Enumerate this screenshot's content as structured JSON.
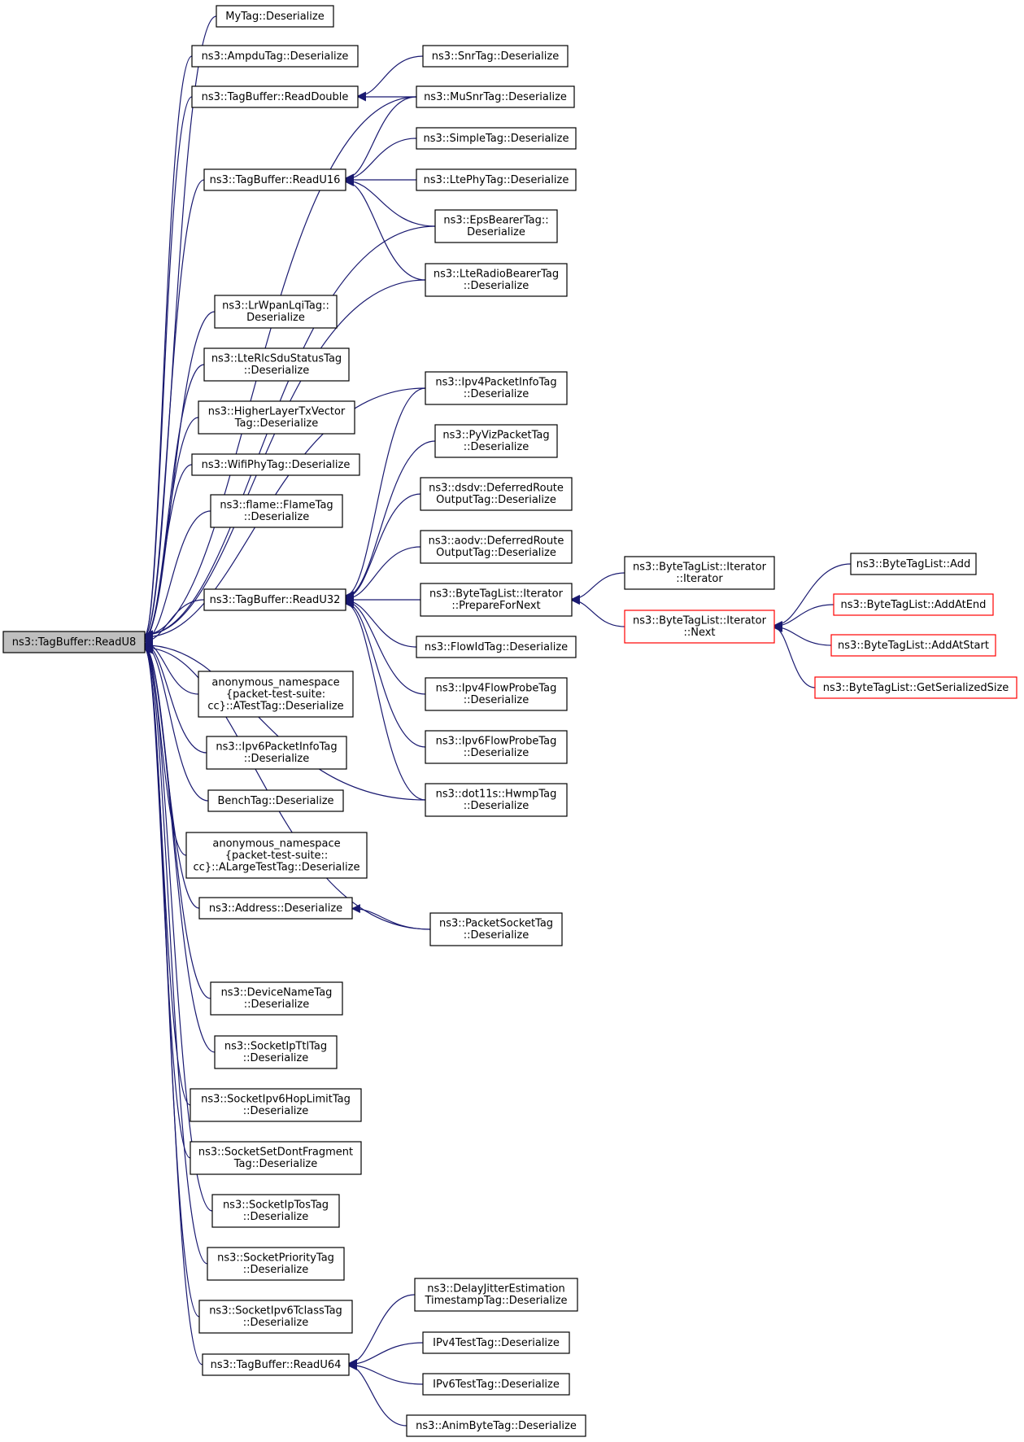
{
  "colors": {
    "edge": "#191970",
    "node_border": "#000000",
    "node_border_truncated": "#ff0000",
    "root_fill": "#bfbfbf",
    "background": "#ffffff"
  },
  "nodes": [
    {
      "id": "readu8",
      "lines": [
        "ns3::TagBuffer::ReadU8"
      ],
      "root": true
    },
    {
      "id": "mytag",
      "lines": [
        "MyTag::Deserialize"
      ]
    },
    {
      "id": "ampdu",
      "lines": [
        "ns3::AmpduTag::Deserialize"
      ]
    },
    {
      "id": "readdouble",
      "lines": [
        "ns3::TagBuffer::ReadDouble"
      ]
    },
    {
      "id": "snrtag",
      "lines": [
        "ns3::SnrTag::Deserialize"
      ]
    },
    {
      "id": "musnr",
      "lines": [
        "ns3::MuSnrTag::Deserialize"
      ]
    },
    {
      "id": "simpletag",
      "lines": [
        "ns3::SimpleTag::Deserialize"
      ]
    },
    {
      "id": "readu16",
      "lines": [
        "ns3::TagBuffer::ReadU16"
      ]
    },
    {
      "id": "ltephy",
      "lines": [
        "ns3::LtePhyTag::Deserialize"
      ]
    },
    {
      "id": "epsbearer",
      "lines": [
        "ns3::EpsBearerTag::",
        "Deserialize"
      ]
    },
    {
      "id": "lteradio",
      "lines": [
        "ns3::LteRadioBearerTag",
        "::Deserialize"
      ]
    },
    {
      "id": "lrwpan",
      "lines": [
        "ns3::LrWpanLqiTag::",
        "Deserialize"
      ]
    },
    {
      "id": "lterlc",
      "lines": [
        "ns3::LteRlcSduStatusTag",
        "::Deserialize"
      ]
    },
    {
      "id": "higherlayer",
      "lines": [
        "ns3::HigherLayerTxVector",
        "Tag::Deserialize"
      ]
    },
    {
      "id": "wifiphy",
      "lines": [
        "ns3::WifiPhyTag::Deserialize"
      ]
    },
    {
      "id": "flame",
      "lines": [
        "ns3::flame::FlameTag",
        "::Deserialize"
      ]
    },
    {
      "id": "readu32",
      "lines": [
        "ns3::TagBuffer::ReadU32"
      ]
    },
    {
      "id": "ipv4pkt",
      "lines": [
        "ns3::Ipv4PacketInfoTag",
        "::Deserialize"
      ]
    },
    {
      "id": "pyviz",
      "lines": [
        "ns3::PyVizPacketTag",
        "::Deserialize"
      ]
    },
    {
      "id": "dsdv",
      "lines": [
        "ns3::dsdv::DeferredRoute",
        "OutputTag::Deserialize"
      ]
    },
    {
      "id": "aodv",
      "lines": [
        "ns3::aodv::DeferredRoute",
        "OutputTag::Deserialize"
      ]
    },
    {
      "id": "prepnext",
      "lines": [
        "ns3::ByteTagList::Iterator",
        "::PrepareForNext"
      ]
    },
    {
      "id": "iterctor",
      "lines": [
        "ns3::ByteTagList::Iterator",
        "::Iterator"
      ]
    },
    {
      "id": "iternext",
      "lines": [
        "ns3::ByteTagList::Iterator",
        "::Next"
      ],
      "truncated": true
    },
    {
      "id": "btladd",
      "lines": [
        "ns3::ByteTagList::Add"
      ]
    },
    {
      "id": "btladdend",
      "lines": [
        "ns3::ByteTagList::AddAtEnd"
      ],
      "truncated": true
    },
    {
      "id": "btladdstart",
      "lines": [
        "ns3::ByteTagList::AddAtStart"
      ],
      "truncated": true
    },
    {
      "id": "btlsersize",
      "lines": [
        "ns3::ByteTagList::GetSerializedSize"
      ],
      "truncated": true
    },
    {
      "id": "flowid",
      "lines": [
        "ns3::FlowIdTag::Deserialize"
      ]
    },
    {
      "id": "ipv4flow",
      "lines": [
        "ns3::Ipv4FlowProbeTag",
        "::Deserialize"
      ]
    },
    {
      "id": "ipv6flow",
      "lines": [
        "ns3::Ipv6FlowProbeTag",
        "::Deserialize"
      ]
    },
    {
      "id": "hwmp",
      "lines": [
        "ns3::dot11s::HwmpTag",
        "::Deserialize"
      ]
    },
    {
      "id": "atesttag",
      "lines": [
        "anonymous_namespace",
        "{packet-test-suite:",
        "cc}::ATestTag::Deserialize"
      ]
    },
    {
      "id": "ipv6pkt",
      "lines": [
        "ns3::Ipv6PacketInfoTag",
        "::Deserialize"
      ]
    },
    {
      "id": "bench",
      "lines": [
        "BenchTag::Deserialize"
      ]
    },
    {
      "id": "alarge",
      "lines": [
        "anonymous_namespace",
        "{packet-test-suite::",
        "cc}::ALargeTestTag::Deserialize"
      ]
    },
    {
      "id": "address",
      "lines": [
        "ns3::Address::Deserialize"
      ]
    },
    {
      "id": "pktsocket",
      "lines": [
        "ns3::PacketSocketTag",
        "::Deserialize"
      ]
    },
    {
      "id": "devname",
      "lines": [
        "ns3::DeviceNameTag",
        "::Deserialize"
      ]
    },
    {
      "id": "ipttl",
      "lines": [
        "ns3::SocketIpTtlTag",
        "::Deserialize"
      ]
    },
    {
      "id": "ipv6hop",
      "lines": [
        "ns3::SocketIpv6HopLimitTag",
        "::Deserialize"
      ]
    },
    {
      "id": "dontfrag",
      "lines": [
        "ns3::SocketSetDontFragment",
        "Tag::Deserialize"
      ]
    },
    {
      "id": "iptos",
      "lines": [
        "ns3::SocketIpTosTag",
        "::Deserialize"
      ]
    },
    {
      "id": "priority",
      "lines": [
        "ns3::SocketPriorityTag",
        "::Deserialize"
      ]
    },
    {
      "id": "tclass",
      "lines": [
        "ns3::SocketIpv6TclassTag",
        "::Deserialize"
      ]
    },
    {
      "id": "readu64",
      "lines": [
        "ns3::TagBuffer::ReadU64"
      ]
    },
    {
      "id": "delayjitter",
      "lines": [
        "ns3::DelayJitterEstimation",
        "TimestampTag::Deserialize"
      ]
    },
    {
      "id": "ipv4test",
      "lines": [
        "IPv4TestTag::Deserialize"
      ]
    },
    {
      "id": "ipv6test",
      "lines": [
        "IPv6TestTag::Deserialize"
      ]
    },
    {
      "id": "animbyte",
      "lines": [
        "ns3::AnimByteTag::Deserialize"
      ]
    }
  ],
  "edges": [
    {
      "from": "mytag",
      "to": "readu8"
    },
    {
      "from": "ampdu",
      "to": "readu8"
    },
    {
      "from": "readdouble",
      "to": "readu8"
    },
    {
      "from": "musnr",
      "to": "readu8"
    },
    {
      "from": "readu16",
      "to": "readu8"
    },
    {
      "from": "epsbearer",
      "to": "readu8"
    },
    {
      "from": "lteradio",
      "to": "readu8"
    },
    {
      "from": "lrwpan",
      "to": "readu8"
    },
    {
      "from": "lterlc",
      "to": "readu8"
    },
    {
      "from": "higherlayer",
      "to": "readu8"
    },
    {
      "from": "wifiphy",
      "to": "readu8"
    },
    {
      "from": "flame",
      "to": "readu8"
    },
    {
      "from": "readu32",
      "to": "readu8"
    },
    {
      "from": "ipv4pkt",
      "to": "readu8"
    },
    {
      "from": "hwmp",
      "to": "readu8"
    },
    {
      "from": "atesttag",
      "to": "readu8"
    },
    {
      "from": "ipv6pkt",
      "to": "readu8"
    },
    {
      "from": "bench",
      "to": "readu8"
    },
    {
      "from": "alarge",
      "to": "readu8"
    },
    {
      "from": "address",
      "to": "readu8"
    },
    {
      "from": "pktsocket",
      "to": "readu8"
    },
    {
      "from": "devname",
      "to": "readu8"
    },
    {
      "from": "ipttl",
      "to": "readu8"
    },
    {
      "from": "ipv6hop",
      "to": "readu8"
    },
    {
      "from": "dontfrag",
      "to": "readu8"
    },
    {
      "from": "iptos",
      "to": "readu8"
    },
    {
      "from": "priority",
      "to": "readu8"
    },
    {
      "from": "tclass",
      "to": "readu8"
    },
    {
      "from": "readu64",
      "to": "readu8"
    },
    {
      "from": "snrtag",
      "to": "readdouble"
    },
    {
      "from": "musnr",
      "to": "readdouble"
    },
    {
      "from": "musnr",
      "to": "readu16"
    },
    {
      "from": "simpletag",
      "to": "readu16"
    },
    {
      "from": "ltephy",
      "to": "readu16"
    },
    {
      "from": "epsbearer",
      "to": "readu16"
    },
    {
      "from": "lteradio",
      "to": "readu16"
    },
    {
      "from": "ipv4pkt",
      "to": "readu32"
    },
    {
      "from": "pyviz",
      "to": "readu32"
    },
    {
      "from": "dsdv",
      "to": "readu32"
    },
    {
      "from": "aodv",
      "to": "readu32"
    },
    {
      "from": "prepnext",
      "to": "readu32"
    },
    {
      "from": "flowid",
      "to": "readu32"
    },
    {
      "from": "ipv4flow",
      "to": "readu32"
    },
    {
      "from": "ipv6flow",
      "to": "readu32"
    },
    {
      "from": "hwmp",
      "to": "readu32"
    },
    {
      "from": "iterctor",
      "to": "prepnext"
    },
    {
      "from": "iternext",
      "to": "prepnext"
    },
    {
      "from": "btladd",
      "to": "iternext"
    },
    {
      "from": "btladdend",
      "to": "iternext"
    },
    {
      "from": "btladdstart",
      "to": "iternext"
    },
    {
      "from": "btlsersize",
      "to": "iternext"
    },
    {
      "from": "pktsocket",
      "to": "address"
    },
    {
      "from": "delayjitter",
      "to": "readu64"
    },
    {
      "from": "ipv4test",
      "to": "readu64"
    },
    {
      "from": "ipv6test",
      "to": "readu64"
    },
    {
      "from": "animbyte",
      "to": "readu64"
    }
  ]
}
